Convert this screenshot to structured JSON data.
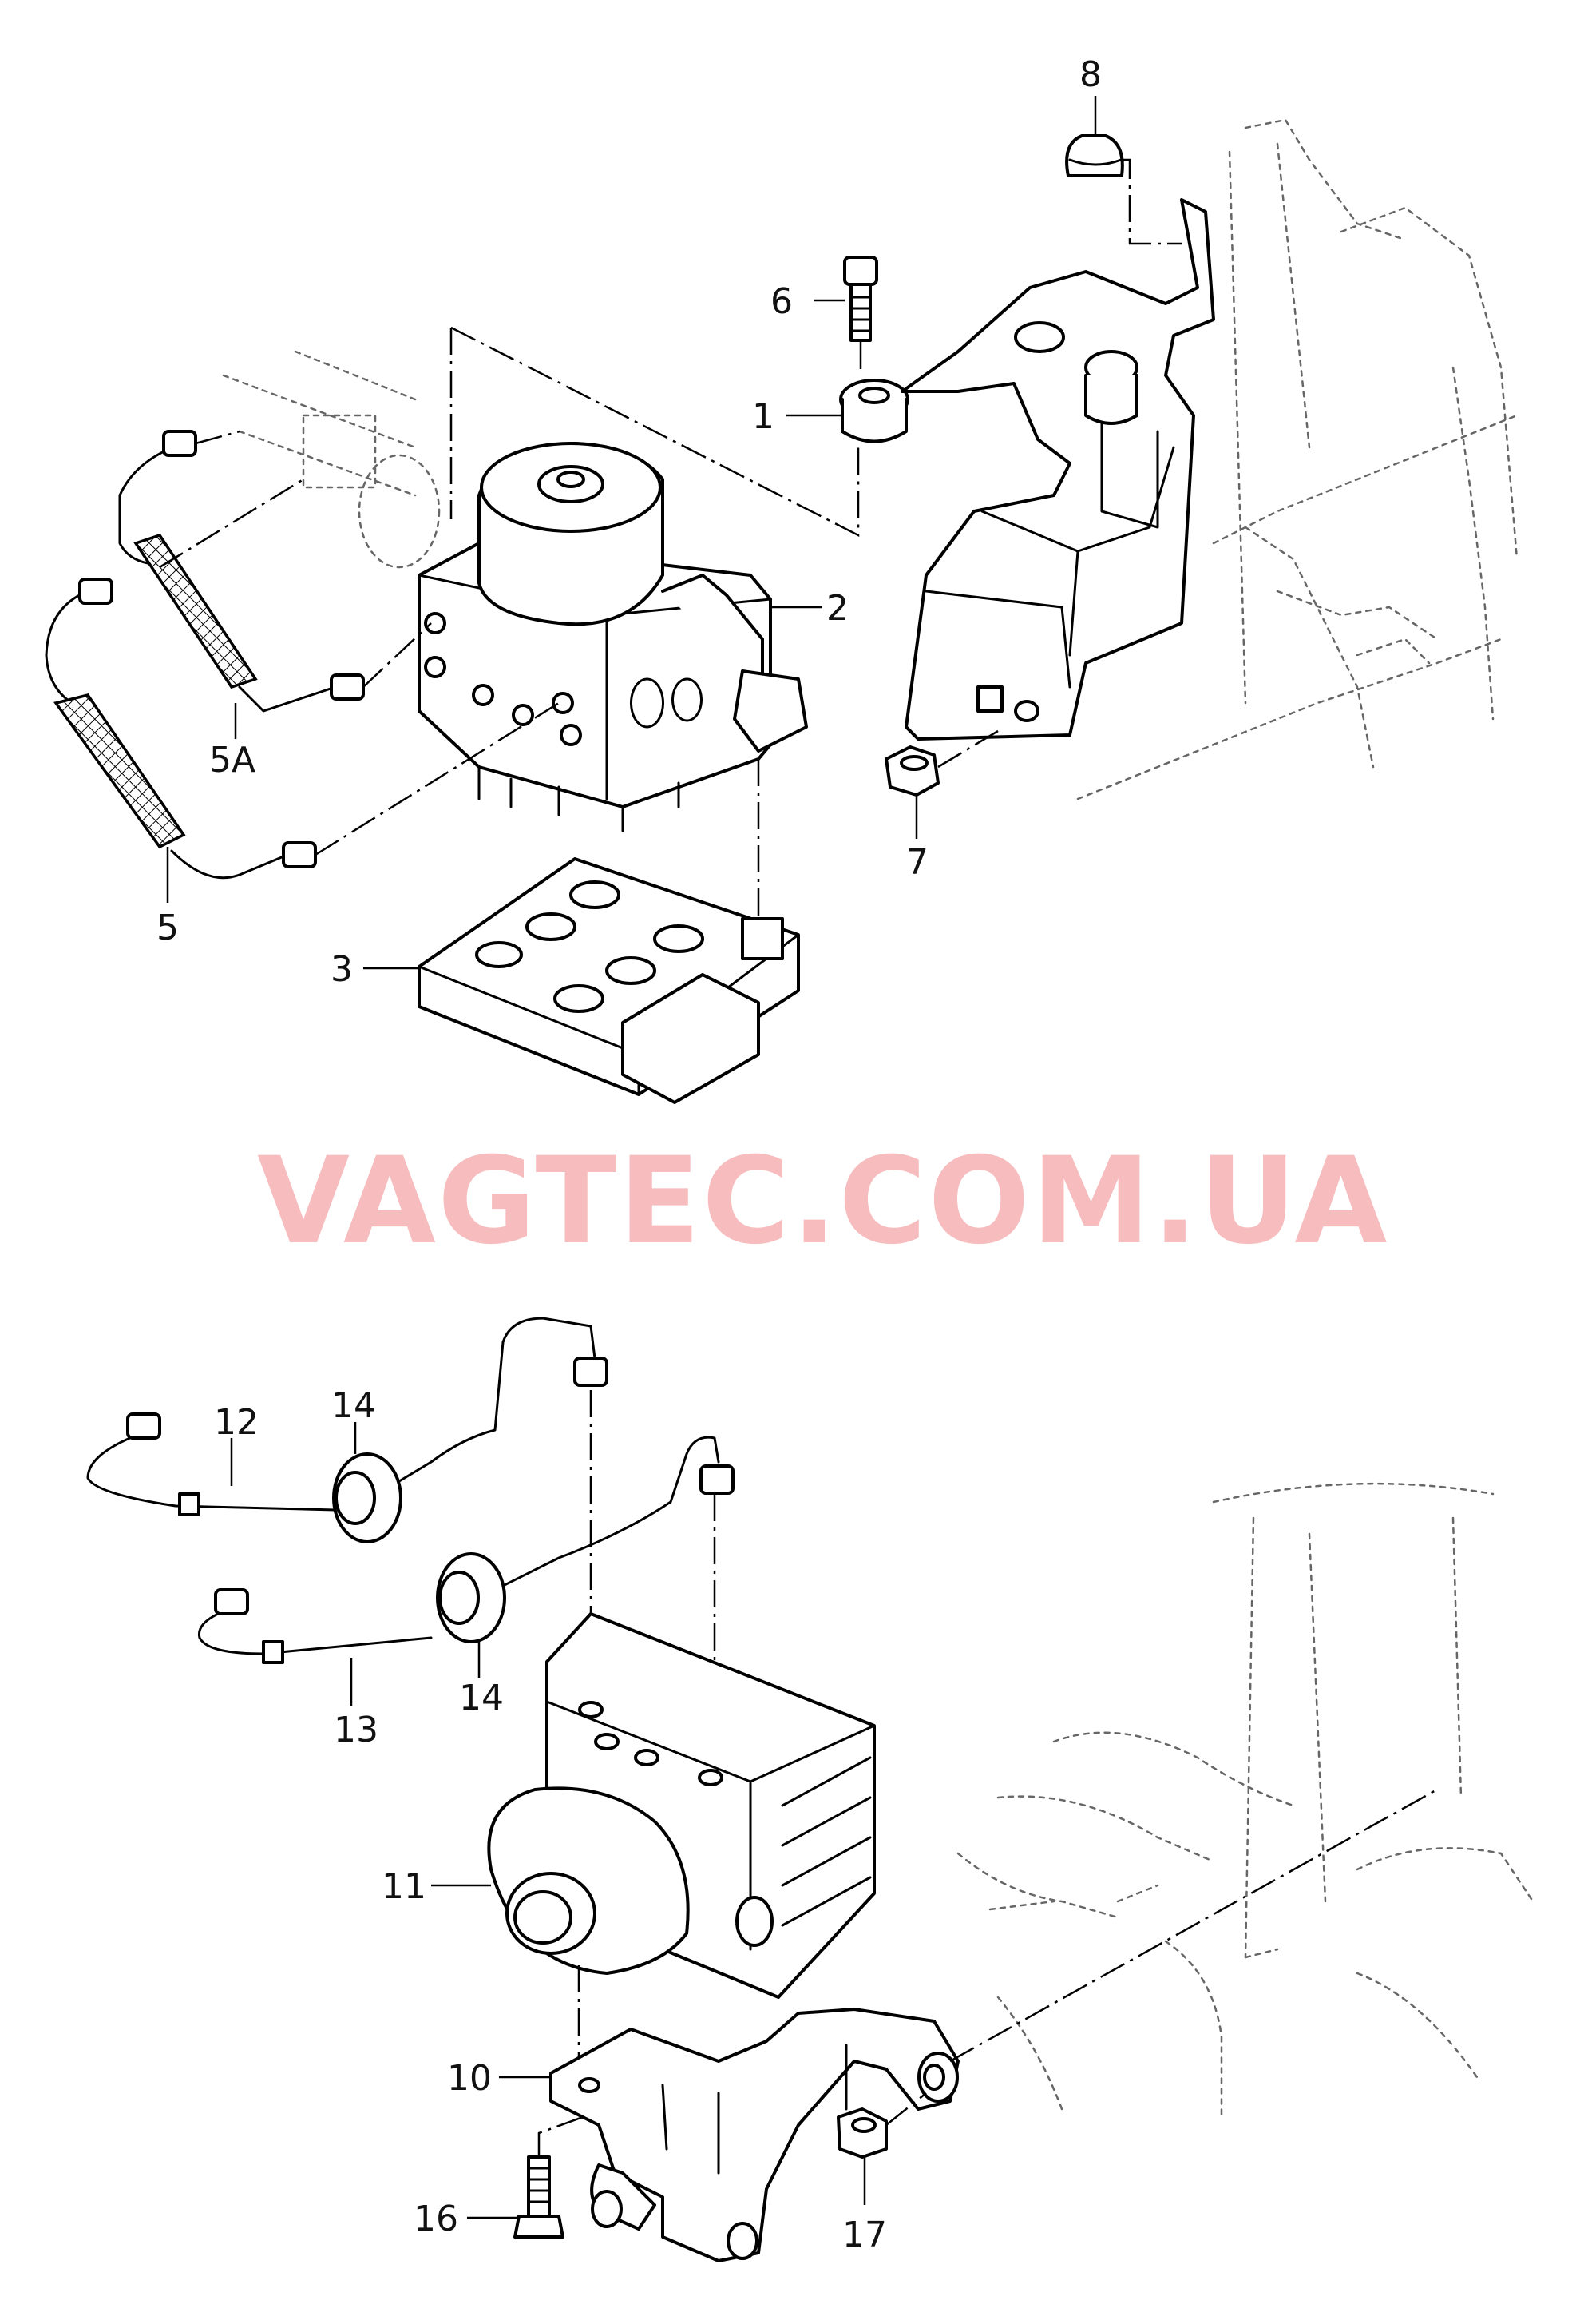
{
  "callouts": {
    "p1": "1",
    "p2": "2",
    "p3": "3",
    "p5": "5",
    "p5a": "5A",
    "p6": "6",
    "p7": "7",
    "p8": "8",
    "p10": "10",
    "p11": "11",
    "p12": "12",
    "p13": "13",
    "p14a": "14",
    "p14b": "14",
    "p16": "16",
    "p17": "17"
  },
  "watermark": "VAGTEC.COM.UA",
  "colors": {
    "line": "#000000",
    "ghost": "#666666",
    "watermark": "#f4a6a8",
    "background": "#ffffff"
  }
}
